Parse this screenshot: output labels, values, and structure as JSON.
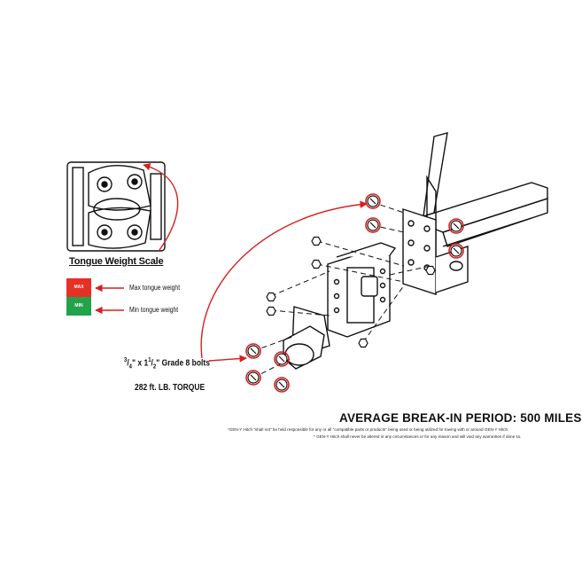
{
  "scale": {
    "title": "Tongue Weight Scale",
    "max_badge": "MAX",
    "min_badge": "MIN",
    "max_label": "Max tongue weight",
    "min_label": "Min tongue weight",
    "colors": {
      "max": "#e53023",
      "min": "#22a24a",
      "arrow": "#d81e1e"
    }
  },
  "bolts": {
    "frac1_num": "3",
    "frac1_den": "4",
    "frac2_whole": "1",
    "frac2_num": "1",
    "frac2_den": "2",
    "spec": "Grade 8 bolts",
    "torque": "282 ft. LB. TORQUE"
  },
  "notice": {
    "heading": "AVERAGE BREAK-IN PERIOD: 500 MILES",
    "line1": "*GEN-Y Hitch \"shall not\" be held responsible for any or all \"compatible parts or products\" being used or being utilized for towing with or around GEN-Y Hitch.",
    "line2": "* GEN-Y Hitch shall never be altered in any circumstances or for any reason and will void any warranties if done so."
  }
}
